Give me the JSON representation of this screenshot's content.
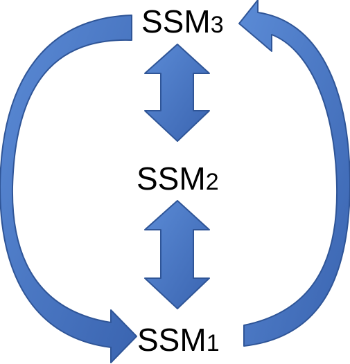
{
  "colors": {
    "arrow_fill": "#4472C4",
    "arrow_stroke": "#2F5597",
    "text": "#000000",
    "background": "#FFFFFF"
  },
  "nodes": {
    "ssm3": {
      "base": "SSM",
      "sub": "3"
    },
    "ssm2": {
      "base": "SSM",
      "sub": "2"
    },
    "ssm1": {
      "base": "SSM",
      "sub": "1"
    }
  },
  "connections": [
    {
      "from": "ssm3",
      "to": "ssm1",
      "kind": "curved-arrow",
      "side": "left"
    },
    {
      "from": "ssm1",
      "to": "ssm3",
      "kind": "curved-arrow",
      "side": "right"
    },
    {
      "from": "ssm3",
      "to": "ssm2",
      "kind": "double-arrow"
    },
    {
      "from": "ssm2",
      "to": "ssm1",
      "kind": "double-arrow"
    }
  ]
}
